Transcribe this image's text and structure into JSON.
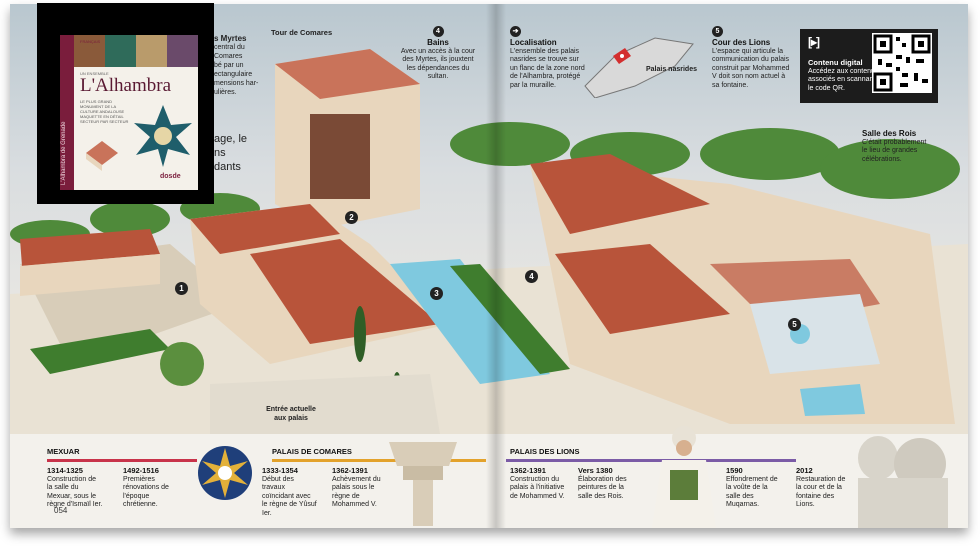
{
  "book": {
    "lang_tag": "FRANÇAIS",
    "collection": "UN ENSEMBLE",
    "title": "L'Alhambra",
    "spine_text": "L'Alhambra de Grenade",
    "subtitle": "LE PLUS GRAND MONUMENT DE LA CULTURE ANDALOUSE MAQUETTE EN DÉTAIL SECTEUR PAR SECTEUR",
    "publisher": "dosde"
  },
  "clipped_text": {
    "myrtes": "s Myrtes",
    "fragment_lines": [
      "central du",
      "Comares",
      "bé par un",
      "ectangulaire",
      "mensions har-",
      "ulières."
    ],
    "large_text": [
      "age, le",
      "ns",
      "dants"
    ]
  },
  "labels": {
    "tour_comares": "Tour de Comares",
    "bains": {
      "num": "4",
      "title": "Bains",
      "text": "Avec un accès à la cour des Myrtes, ils jouxtent les dépendances du sultan."
    },
    "localisation": {
      "title": "Localisation",
      "text": "L'ensemble des palais nasrides se trouve sur un flanc de la zone nord de l'Alhambra, protégé par la muraille."
    },
    "cour_lions": {
      "num": "5",
      "title": "Cour des Lions",
      "text": "L'espace qui articule la communication du palais construit par Mohammed V doit son nom actuel à sa fontaine."
    },
    "palais_nasrides": "Palais nasrides",
    "salle_rois": {
      "title": "Salle des Rois",
      "text": "C'était probablement le lieu de grandes célébrations."
    },
    "entree": "Entrée actuelle aux palais",
    "contenu_digital": {
      "icon": "[▸]",
      "title": "Contenu digital",
      "text": "Accédez aux contenus associés en scannant le code QR."
    }
  },
  "badges": [
    "1",
    "2",
    "3",
    "4",
    "5"
  ],
  "timeline": {
    "sections": [
      {
        "title": "MEXUAR",
        "color": "#c8334a"
      },
      {
        "title": "PALAIS DE COMARES",
        "color": "#e3a22b"
      },
      {
        "title": "PALAIS DES LIONS",
        "color": "#7b5ba6"
      }
    ],
    "events": [
      {
        "year": "1314-1325",
        "text": "Construction de la salle du Mexuar, sous le règne d'Ismaïl Ier."
      },
      {
        "year": "1492-1516",
        "text": "Premières rénovations de l'époque chrétienne."
      },
      {
        "year": "1333-1354",
        "text": "Début des travaux coïncidant avec le règne de Yûsuf Ier."
      },
      {
        "year": "1362-1391",
        "text": "Achèvement du palais sous le règne de Mohammed V."
      },
      {
        "year": "1362-1391",
        "text": "Construction du palais à l'initiative de Mohammed V."
      },
      {
        "year": "Vers 1380",
        "text": "Élaboration des peintures de la salle des Rois."
      },
      {
        "year": "1590",
        "text": "Effondrement de la voûte de la salle des Muqarnas."
      },
      {
        "year": "2012",
        "text": "Restauration de la cour et de la fontaine des Lions."
      }
    ]
  },
  "page_number": "054",
  "colors": {
    "roof": "#b8543a",
    "wall": "#e8d6bd",
    "water": "#7fc9df",
    "hedge": "#3f7d2e",
    "cover_bg": "#000000",
    "spine": "#7a1d3c"
  }
}
